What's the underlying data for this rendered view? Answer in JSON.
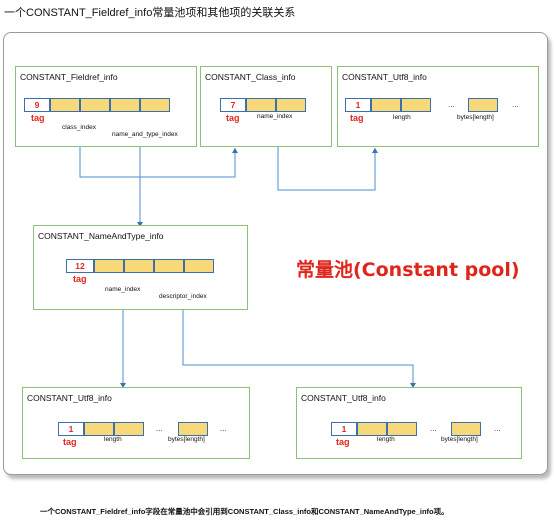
{
  "header": {
    "title": "一个CONSTANT_Fieldref_info常量池项和其他项的关联关系"
  },
  "footer": {
    "caption": "一个CONSTANT_Fieldref_info字段在常量池中会引用到CONSTANT_Class_info和CONSTANT_NameAndType_info项。"
  },
  "pool_label": "常量池(Constant pool)",
  "boxes": {
    "fieldref": {
      "title": "CONSTANT_Fieldref_info",
      "tag_value": "9",
      "tag_label": "tag",
      "index1": "class_index",
      "index2": "name_and_type_index"
    },
    "class": {
      "title": "CONSTANT_Class_info",
      "tag_value": "7",
      "tag_label": "tag",
      "index1": "name_index"
    },
    "utf8_top": {
      "title": "CONSTANT_Utf8_info",
      "tag_value": "1",
      "tag_label": "tag",
      "length": "length",
      "bytes": "bytes[length]",
      "dots": "..."
    },
    "nat": {
      "title": "CONSTANT_NameAndType_info",
      "tag_value": "12",
      "tag_label": "tag",
      "index1": "name_index",
      "index2": "descriptor_index"
    },
    "utf8_left": {
      "title": "CONSTANT_Utf8_info",
      "tag_value": "1",
      "tag_label": "tag",
      "length": "length",
      "bytes": "bytes[length]",
      "dots": "..."
    },
    "utf8_right": {
      "title": "CONSTANT_Utf8_info",
      "tag_value": "1",
      "tag_label": "tag",
      "length": "length",
      "bytes": "bytes[length]",
      "dots": "..."
    }
  },
  "colors": {
    "accent_red": "#e0261c",
    "cell_fill": "#f7d97a",
    "cell_border": "#3a6fb0",
    "box_border": "#8fbf7a",
    "connector": "#4a8fd0"
  }
}
